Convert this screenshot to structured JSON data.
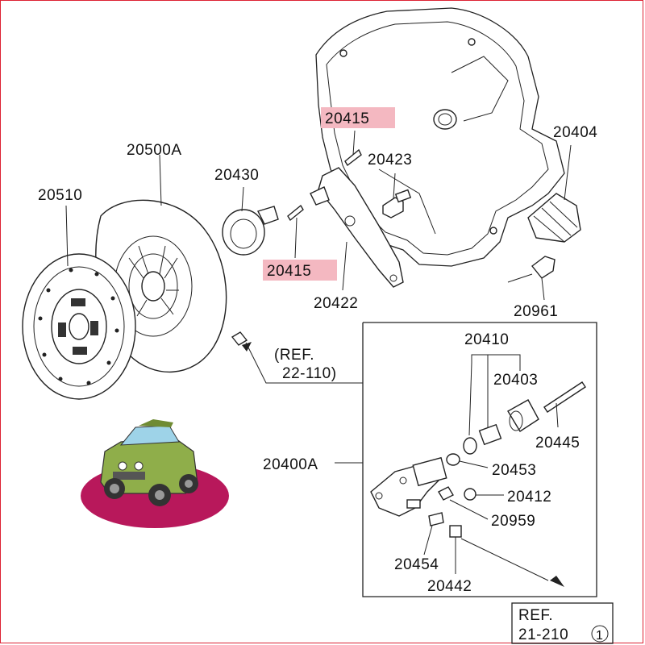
{
  "diagram": {
    "highlight_color": "#f4b8c1",
    "frame_color": "#dd2233",
    "parts": {
      "p20404": "20404",
      "p20415_top": "20415",
      "p20423": "20423",
      "p20500A": "20500A",
      "p20430": "20430",
      "p20510": "20510",
      "p20415_bottom": "20415",
      "p20422": "20422",
      "p20961": "20961",
      "p20410": "20410",
      "p20403": "20403",
      "p20445": "20445",
      "p20400A": "20400A",
      "p20453": "20453",
      "p20412": "20412",
      "p20959": "20959",
      "p20454": "20454",
      "p20442": "20442"
    },
    "refs": {
      "ref1_line1": "(REF.",
      "ref1_line2": "22-110)",
      "ref2_line1": "REF.",
      "ref2_line2": "21-210",
      "ref2_circle": "1"
    },
    "mascot_icon": "cartoon-suv-icon"
  }
}
